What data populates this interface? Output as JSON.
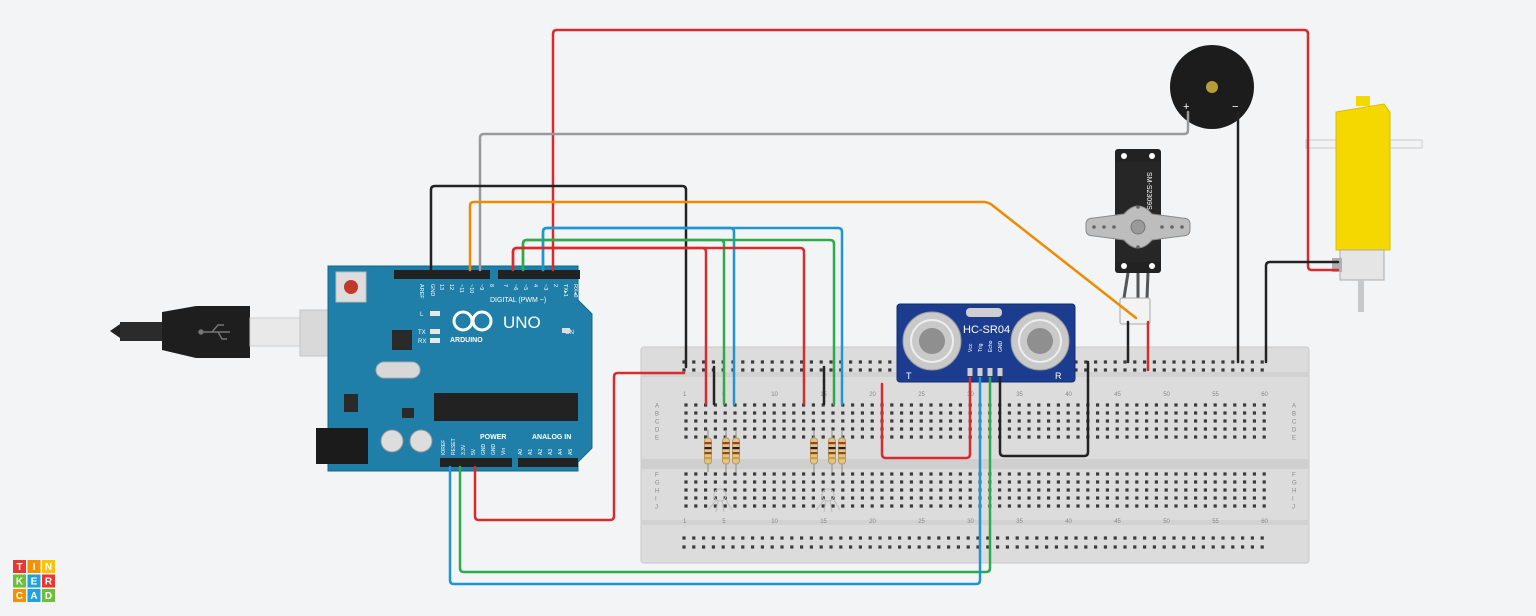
{
  "arduino": {
    "model": "UNO",
    "brand": "ARDUINO",
    "digital_label": "DIGITAL (PWM ~)",
    "power_label": "POWER",
    "analog_label": "ANALOG IN",
    "on_label": "ON",
    "l_label": "L",
    "tx_label": "TX",
    "rx_label": "RX",
    "top_pins": [
      "AREF",
      "GND",
      "13",
      "12",
      "~11",
      "~10",
      "~9",
      "8",
      "7",
      "~6",
      "~5",
      "4",
      "~3",
      "2",
      "TX▸1",
      "RX◂0"
    ],
    "bottom_pins": [
      "IOREF",
      "RESET",
      "3.3V",
      "5V",
      "GND",
      "GND",
      "Vin",
      "A0",
      "A1",
      "A2",
      "A3",
      "A4",
      "A5"
    ]
  },
  "sensor": {
    "name": "HC-SR04",
    "t_label": "T",
    "r_label": "R",
    "pins": [
      "Vcc",
      "Trig",
      "Echo",
      "GND"
    ]
  },
  "servo": {
    "model": "SM-S2309S"
  },
  "buzzer": {
    "plus": "+",
    "minus": "−"
  },
  "breadboard": {
    "row_letters_top": [
      "A",
      "B",
      "C",
      "D",
      "E"
    ],
    "row_letters_bottom": [
      "F",
      "G",
      "H",
      "I",
      "J"
    ],
    "column_numbers": [
      "1",
      "5",
      "10",
      "15",
      "20",
      "25",
      "30",
      "35",
      "40",
      "45",
      "50",
      "55",
      "60"
    ]
  },
  "logo": [
    "T",
    "I",
    "N",
    "K",
    "E",
    "R",
    "C",
    "A",
    "D"
  ]
}
